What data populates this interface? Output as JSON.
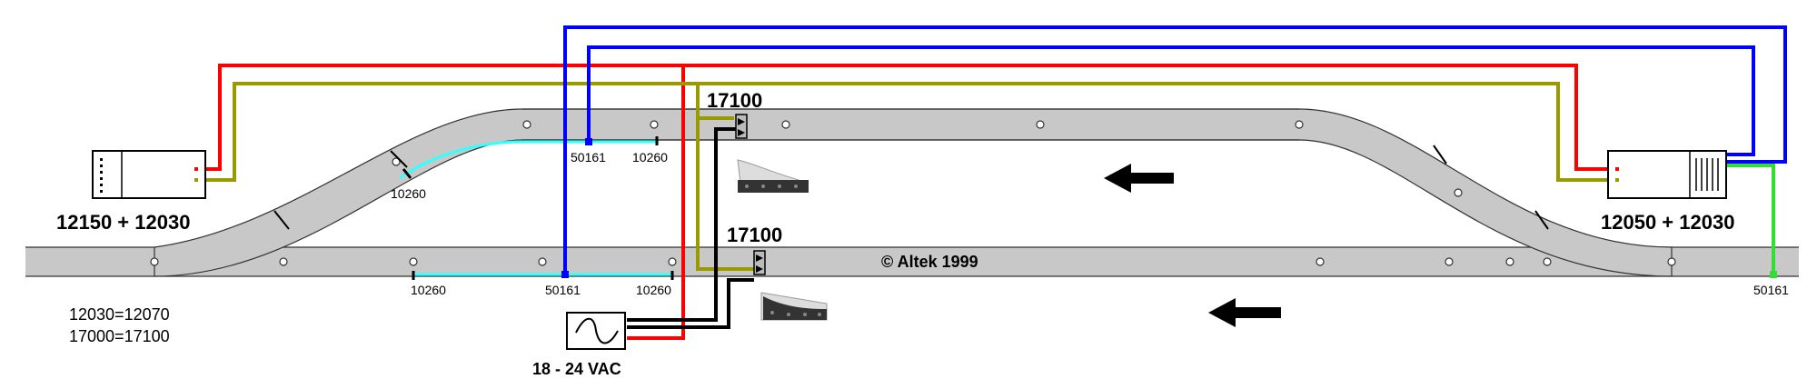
{
  "labels": {
    "signal_top": "17100",
    "signal_bottom": "17100",
    "left_module": "12150 + 12030",
    "right_module": "12050 + 12030",
    "copyright": "© Altek 1999",
    "equiv_1": "12030=12070",
    "equiv_2": "17000=17100",
    "power": "18 - 24 VAC",
    "contact_top_left_curve": "10260",
    "contact_top_50161": "50161",
    "contact_top_10260": "10260",
    "contact_bottom_10260_left": "10260",
    "contact_bottom_50161": "50161",
    "contact_bottom_10260_right": "10260",
    "contact_right_50161": "50161"
  },
  "colors": {
    "red": "#ff0000",
    "olive": "#999900",
    "blue": "#0000ff",
    "green": "#33dd33",
    "black": "#000000",
    "track": "#c8c8c8",
    "isolated": "#33ffff"
  }
}
